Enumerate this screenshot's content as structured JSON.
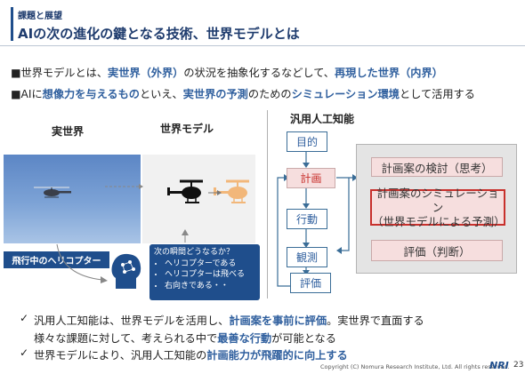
{
  "header": {
    "section": "課題と展望",
    "title": "AIの次の進化の鍵となる技術、世界モデルとは"
  },
  "bullets": [
    {
      "parts": [
        {
          "t": "■世界モデルとは、",
          "hl": false
        },
        {
          "t": "実世界（外界）",
          "hl": true
        },
        {
          "t": "の状況を抽象化するなどして、",
          "hl": false
        },
        {
          "t": "再現した世界（内界）",
          "hl": true
        }
      ]
    },
    {
      "parts": [
        {
          "t": "■AIに",
          "hl": false
        },
        {
          "t": "想像力を与えるもの",
          "hl": true
        },
        {
          "t": "といえ、",
          "hl": false
        },
        {
          "t": "実世界の予測",
          "hl": true
        },
        {
          "t": "のための",
          "hl": false
        },
        {
          "t": "シミュレーション環境",
          "hl": true
        },
        {
          "t": "として活用する",
          "hl": false
        }
      ]
    }
  ],
  "diagram": {
    "real_world_label": "実世界",
    "world_model_label": "世界モデル",
    "agi_label": "汎用人工知能",
    "heli_caption": "飛行中のヘリコプター",
    "bubble_title": "次の瞬間どうなるか？",
    "bubble_items": [
      "ヘリコプターである",
      "ヘリコプターは飛べる",
      "右向きである・・"
    ],
    "flow": {
      "purpose": "目的",
      "plan": "計画",
      "action": "行動",
      "observe": "観測",
      "evaluate": "評価"
    },
    "sim": {
      "review": "計画案の検討（思考）",
      "simulation_line1": "計画案のシミュレーション",
      "simulation_line2": "（世界モデルによる予測）",
      "evaluation": "評価（判断）"
    }
  },
  "conclusions": [
    {
      "check": "✓",
      "lines": [
        [
          {
            "t": "汎用人工知能は、世界モデルを活用し、",
            "hl": false
          },
          {
            "t": "計画案を事前に評価",
            "hl": true
          },
          {
            "t": "。実世界で直面する",
            "hl": false
          }
        ],
        [
          {
            "t": "様々な課題に対して、考えられる中で",
            "hl": false
          },
          {
            "t": "最善な行動",
            "hl": true
          },
          {
            "t": "が可能となる",
            "hl": false
          }
        ]
      ]
    },
    {
      "check": "✓",
      "lines": [
        [
          {
            "t": "世界モデルにより、汎用人工知能の",
            "hl": false
          },
          {
            "t": "計画能力が飛躍的に向上する",
            "hl": true
          }
        ]
      ]
    }
  ],
  "footer": {
    "copyright": "Copyright (C)  Nomura Research Institute, Ltd. All rights reserved.",
    "logo": "NRI",
    "page": "23"
  },
  "colors": {
    "accent": "#1f4e8c",
    "highlight": "#2f5f9e",
    "pink": "#f6dede",
    "red_border": "#c8302c"
  }
}
